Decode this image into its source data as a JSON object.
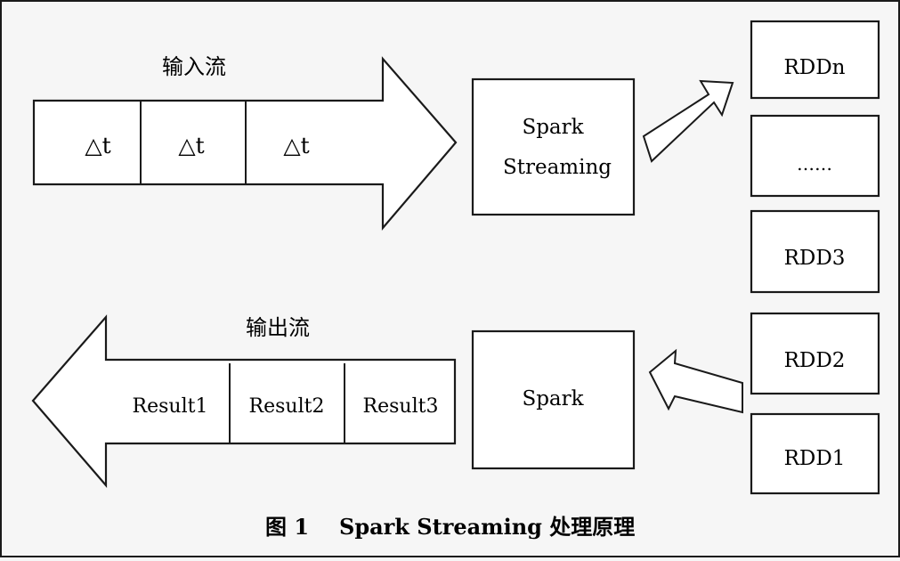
{
  "diagram": {
    "input_label": "输入流",
    "input_segments": [
      "△t",
      "△t",
      "△t"
    ],
    "spark_streaming_line1": "Spark",
    "spark_streaming_line2": "Streaming",
    "rdd_boxes": [
      "RDDn",
      "……",
      "RDD3",
      "RDD2",
      "RDD1"
    ],
    "spark_box": "Spark",
    "output_label": "输出流",
    "output_segments": [
      "Result1",
      "Result2",
      "Result3"
    ]
  },
  "caption": {
    "figure_number": "图 1",
    "title": "Spark Streaming 处理原理"
  },
  "colors": {
    "background": "#f6f6f6",
    "stroke": "#1a1a1a",
    "fill": "#ffffff"
  }
}
